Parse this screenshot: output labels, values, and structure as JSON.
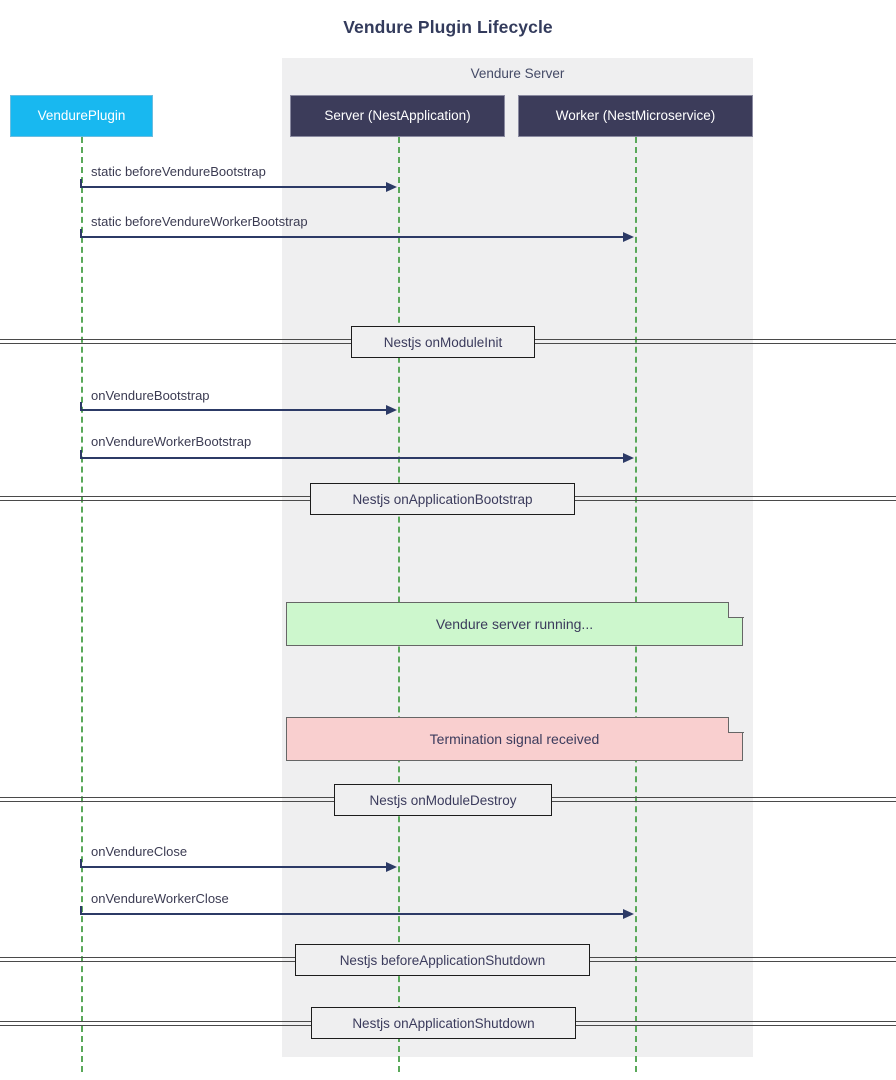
{
  "title": "Vendure Plugin Lifecycle",
  "colors": {
    "plugin_fill": "#18b8f0",
    "participant_fill": "#3c3c5a",
    "group_fill": "#efeff0",
    "lifeline": "#5aa95a",
    "arrow": "#2c3a66",
    "note_green": "#cdf7cd",
    "note_red": "#f9cfcf",
    "title_color": "#333b5c"
  },
  "group": {
    "label": "Vendure Server"
  },
  "participants": [
    {
      "id": "plugin",
      "label": "VendurePlugin",
      "style": "plugin"
    },
    {
      "id": "server",
      "label": "Server (NestApplication)",
      "style": "dark"
    },
    {
      "id": "worker",
      "label": "Worker (NestMicroservice)",
      "style": "dark"
    }
  ],
  "messages": [
    {
      "label": "static beforeVendureBootstrap",
      "from": "plugin",
      "to": "server"
    },
    {
      "label": "static beforeVendureWorkerBootstrap",
      "from": "plugin",
      "to": "worker"
    },
    {
      "label": "onVendureBootstrap",
      "from": "plugin",
      "to": "server"
    },
    {
      "label": "onVendureWorkerBootstrap",
      "from": "plugin",
      "to": "worker"
    },
    {
      "label": "onVendureClose",
      "from": "plugin",
      "to": "server"
    },
    {
      "label": "onVendureWorkerClose",
      "from": "plugin",
      "to": "worker"
    }
  ],
  "dividers": [
    {
      "label": "Nestjs onModuleInit"
    },
    {
      "label": "Nestjs onApplicationBootstrap"
    },
    {
      "label": "Nestjs onModuleDestroy"
    },
    {
      "label": "Nestjs beforeApplicationShutdown"
    },
    {
      "label": "Nestjs onApplicationShutdown"
    }
  ],
  "notes": [
    {
      "label": "Vendure server running...",
      "variant": "green"
    },
    {
      "label": "Termination signal received",
      "variant": "red"
    }
  ]
}
